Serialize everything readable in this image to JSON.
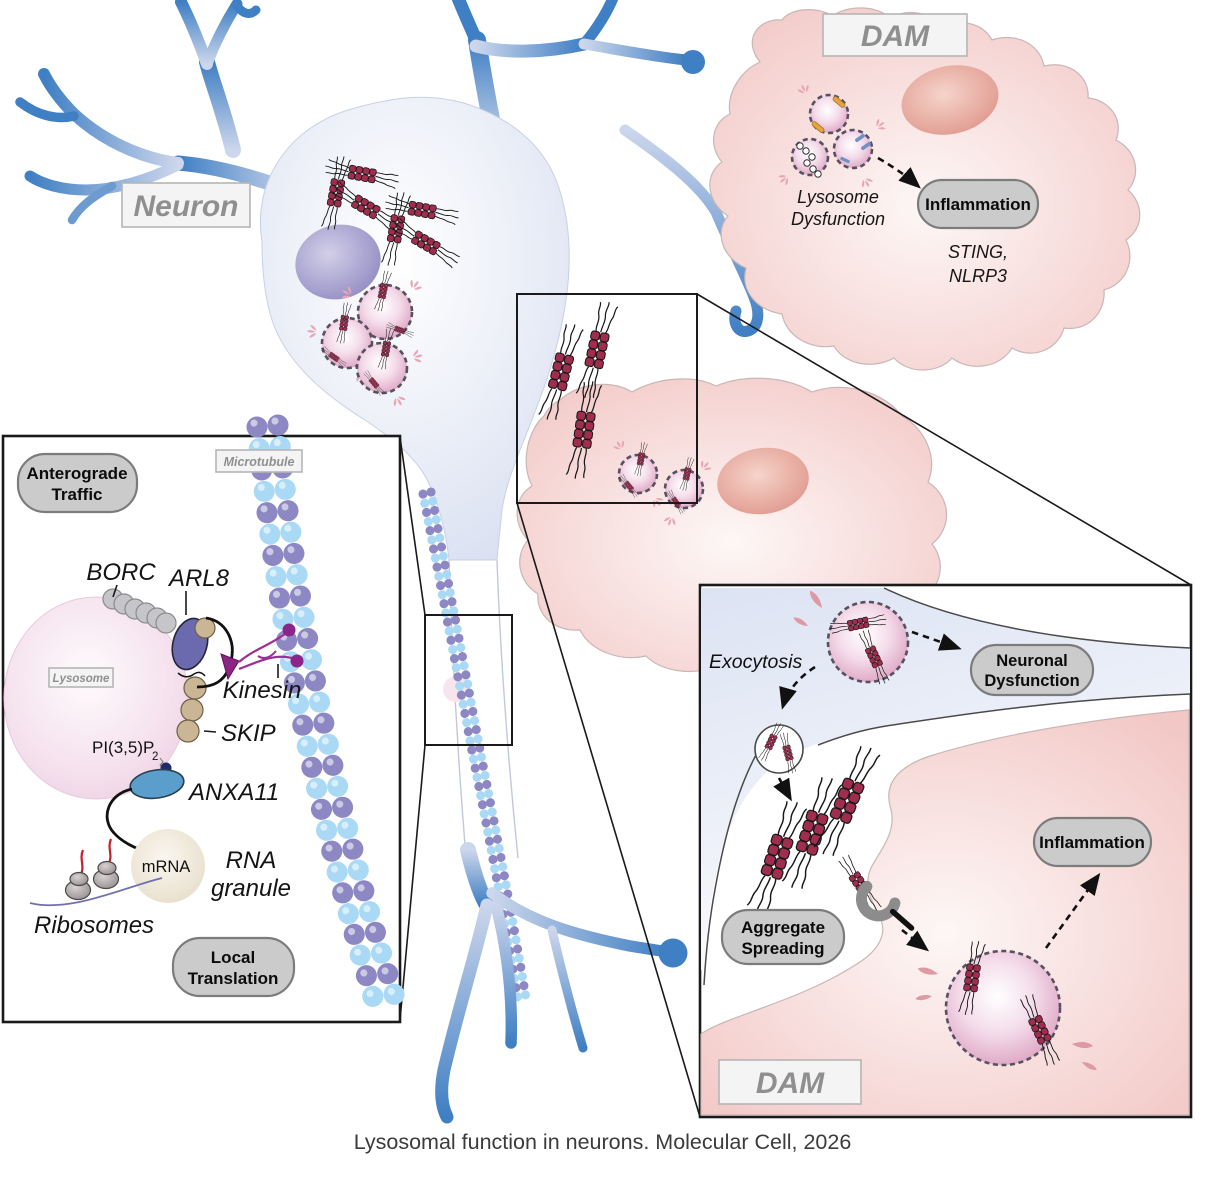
{
  "labels": {
    "neuron": "Neuron",
    "dam_top": "DAM",
    "dam_inset": "DAM",
    "microtubule": "Microtubule",
    "lysosome": "Lysosome"
  },
  "badges": {
    "anterograde": {
      "line1": "Anterograde",
      "line2": "Traffic"
    },
    "local_translation": {
      "line1": "Local",
      "line2": "Translation"
    },
    "inflammation_top": "Inflammation",
    "inflammation_inset": "Inflammation",
    "neuronal_dysfunction": {
      "line1": "Neuronal",
      "line2": "Dysfunction"
    },
    "aggregate_spreading": {
      "line1": "Aggregate",
      "line2": "Spreading"
    }
  },
  "molecules": {
    "borc": "BORC",
    "arl8": "ARL8",
    "kinesin": "Kinesin",
    "skip": "SKIP",
    "pi35p2_base": "PI(3,5)P",
    "pi35p2_sub": "2",
    "anxa11": "ANXA11",
    "mrna": "mRNA",
    "rna_granule_line1": "RNA",
    "rna_granule_line2": "granule",
    "ribosomes": "Ribosomes"
  },
  "annotations": {
    "lysosome_dysfunction_line1": "Lysosome",
    "lysosome_dysfunction_line2": "Dysfunction",
    "sting_line1": "STING,",
    "sting_line2": "NLRP3",
    "exocytosis": "Exocytosis"
  },
  "caption": {
    "text": "Lysosomal function in neurons. Molecular Cell, 2026"
  },
  "colors": {
    "dendrite_blue": "#3f7fc3",
    "soma_lavender": "#d8dff1",
    "neuron_nucleus_purple": "#8e88c0",
    "microglia_pink": "#f3c9c7",
    "microglia_nucleus_salmon": "#dd9186",
    "fibril_red": "#a02c4e",
    "lysosome_pink": "#d795b8",
    "microtubule_purple": "#8d87c3",
    "microtubule_blue": "#a9d9f4",
    "borc_gray": "#c6c6ca",
    "arl8_purple": "#6c6aae",
    "skip_tan": "#cab694",
    "kinesin_magenta": "#93278f",
    "anxa11_blue": "#5b9dcb",
    "badge_gray": "#cbcbcb",
    "label_gray_text": "#8f8f8f"
  }
}
